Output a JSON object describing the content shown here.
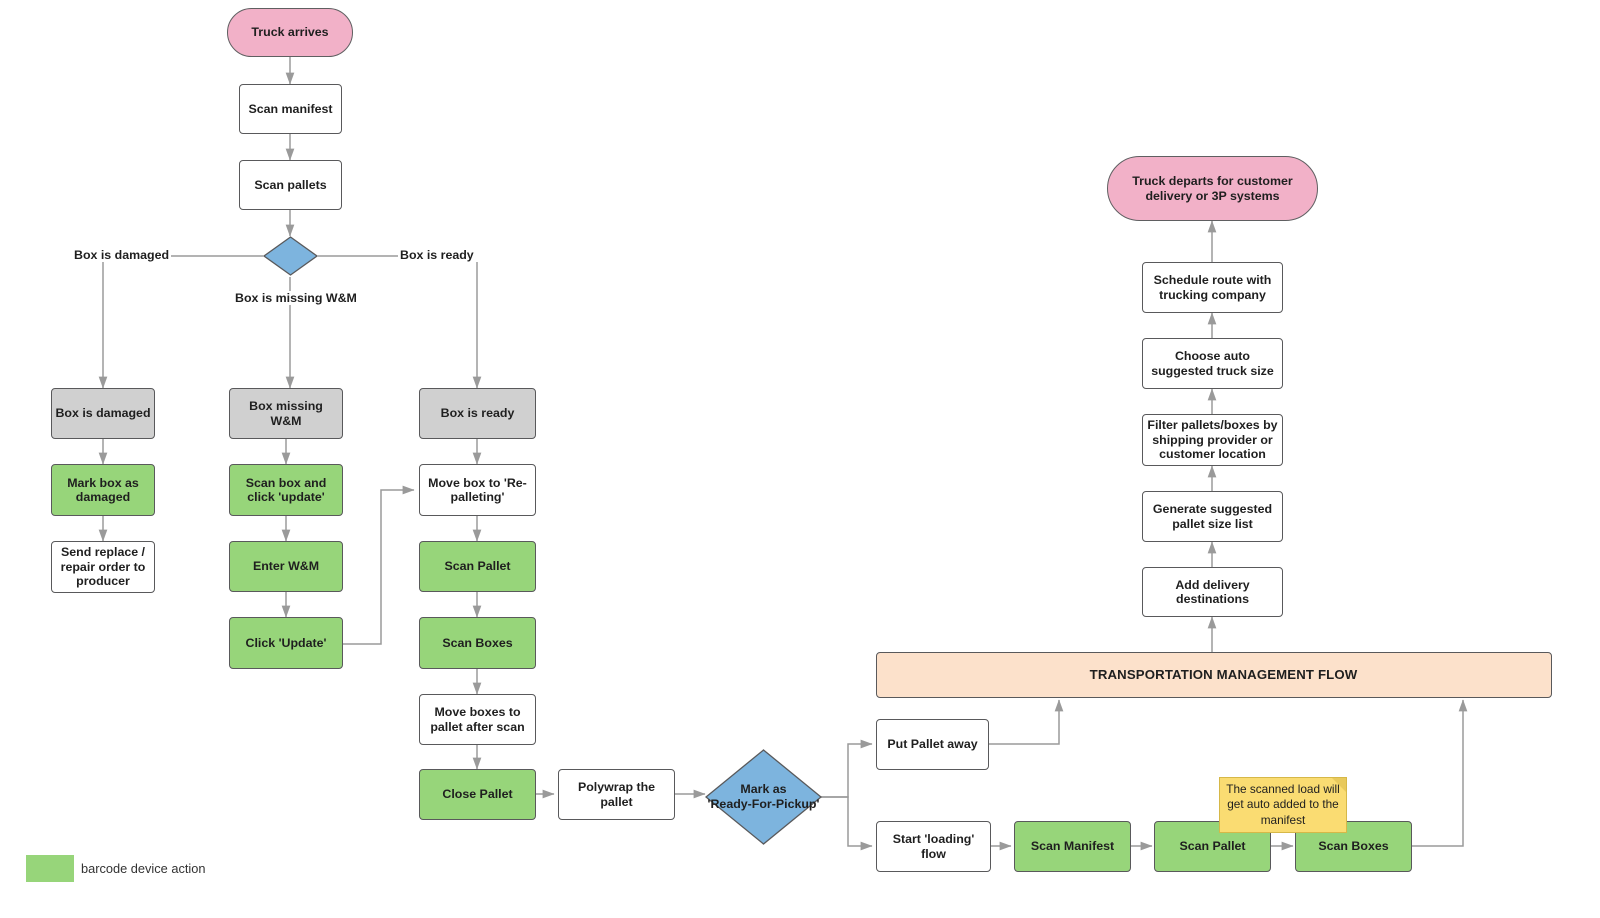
{
  "diagram": {
    "title": "Warehouse Receiving and Transportation Management Flow",
    "colors": {
      "terminator_pink": "#f2b1c8",
      "gray_state": "#d0d0d0",
      "green_barcode_action": "#97d57a",
      "blue_decision": "#7db4de",
      "orange_band": "#fce1cb",
      "yellow_note": "#fadc72",
      "edge_gray": "#9a9a9a",
      "border_gray": "#59595b"
    }
  },
  "nodes": {
    "truck_arrives": "Truck arrives",
    "scan_manifest": "Scan manifest",
    "scan_pallets": "Scan pallets",
    "decision_box_state": "",
    "box_is_damaged_state": "Box is damaged",
    "box_missing_wm_state": "Box missing W&M",
    "box_is_ready_state": "Box is ready",
    "mark_box_damaged": "Mark box as damaged",
    "send_replace_repair": "Send replace / repair order to producer",
    "scan_box_click_update": "Scan box and click 'update'",
    "enter_wm": "Enter W&M",
    "click_update": "Click 'Update'",
    "move_box_repalleting": "Move box to 'Re-palleting'",
    "scan_pallet_mid": "Scan Pallet",
    "scan_boxes_mid": "Scan Boxes",
    "move_boxes_to_pallet": "Move boxes to pallet after scan",
    "close_pallet": "Close Pallet",
    "polywrap_pallet": "Polywrap the pallet",
    "mark_ready_for_pickup": "Mark as 'Ready-For-Pickup'",
    "put_pallet_away": "Put Pallet away",
    "start_loading_flow": "Start 'loading' flow",
    "scan_manifest_load": "Scan Manifest",
    "scan_pallet_load": "Scan Pallet",
    "scan_boxes_load": "Scan Boxes",
    "transportation_band": "TRANSPORTATION MANAGEMENT FLOW",
    "add_delivery_destinations": "Add delivery destinations",
    "generate_pallet_size_list": "Generate suggested pallet size list",
    "filter_pallets_boxes": "Filter pallets/boxes by shipping provider or customer location",
    "choose_truck_size": "Choose auto suggested truck size",
    "schedule_route": "Schedule route with trucking company",
    "truck_departs": "Truck departs for customer delivery or 3P systems",
    "scanned_load_note": "The scanned load will get auto added to the manifest"
  },
  "edge_labels": {
    "box_is_damaged": "Box is damaged",
    "box_is_ready": "Box is ready",
    "box_is_missing_wm": "Box is missing W&M"
  },
  "legend": {
    "swatch_color": "#97d57a",
    "label": "barcode device action"
  }
}
